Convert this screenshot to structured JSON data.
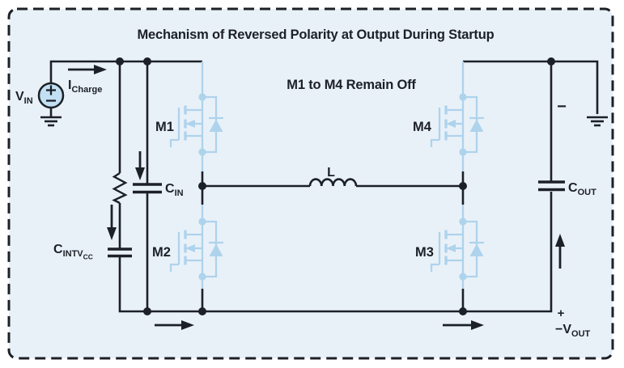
{
  "figure": {
    "title": "Mechanism of Reversed Polarity at Output During Startup",
    "note": "M1 to M4 Remain Off"
  },
  "labels": {
    "vin": {
      "main": "V",
      "sub": "IN"
    },
    "icharge": {
      "main": "I",
      "sub": "Charge"
    },
    "m1": "M1",
    "m2": "M2",
    "m3": "M3",
    "m4": "M4",
    "cin": {
      "main": "C",
      "sub": "IN"
    },
    "cintvcc": {
      "main": "C",
      "sub": "INTV",
      "subsub": "CC"
    },
    "cout": {
      "main": "C",
      "sub": "OUT"
    },
    "inductor": "L",
    "output_minus": "−",
    "output_plus": "+",
    "vout": {
      "main": "−V",
      "sub": "OUT"
    }
  },
  "colors": {
    "panel_background": "#e9f1f8",
    "ink": "#1c2027",
    "component_blue": "#aed3ec",
    "source_fill": "#c2e0f4"
  }
}
